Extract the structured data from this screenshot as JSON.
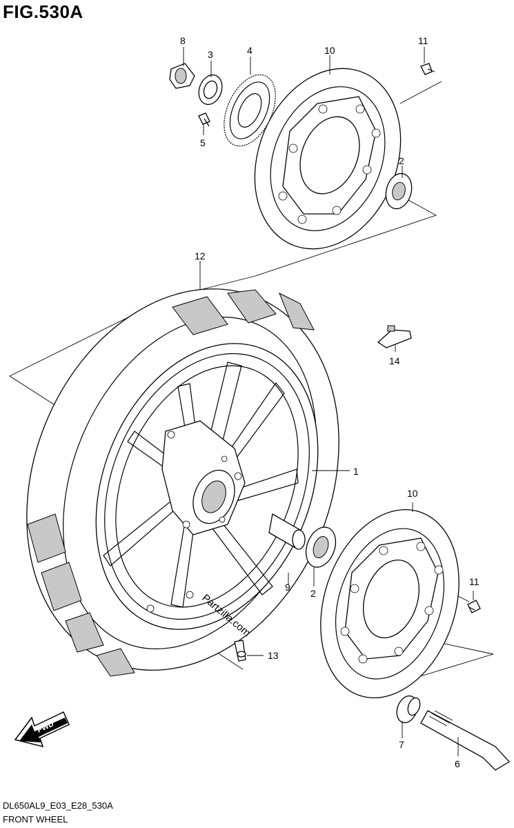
{
  "figure": {
    "title": "FIG.530A",
    "code": "DL650AL9_E03_E28_530A",
    "name": "FRONT WHEEL",
    "watermark": "Partzilla.com",
    "fwd_label": "FWD"
  },
  "callouts": [
    "1",
    "2",
    "2",
    "3",
    "4",
    "5",
    "6",
    "7",
    "8",
    "9",
    "10",
    "10",
    "11",
    "11",
    "12",
    "13",
    "14"
  ]
}
